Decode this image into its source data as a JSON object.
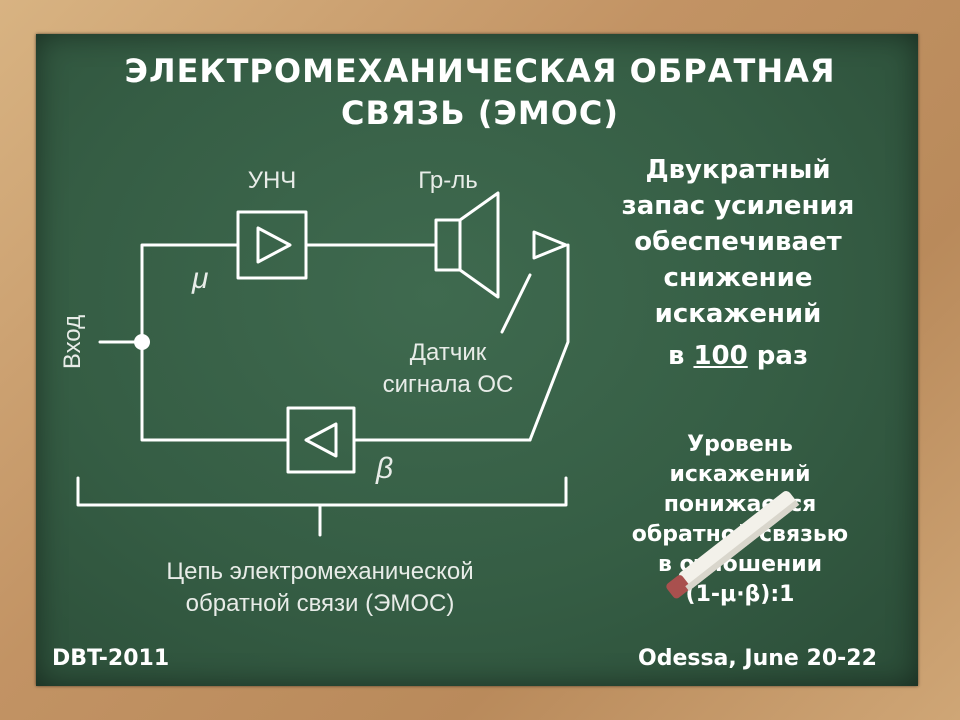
{
  "title": {
    "line1": "ЭЛЕКТРОМЕХАНИЧЕСКАЯ ОБРАТНАЯ",
    "line2": "СВЯЗЬ (ЭМОС)"
  },
  "diagram": {
    "amp_label": "УНЧ",
    "speaker_label": "Гр-ль",
    "mu": "μ",
    "beta": "β",
    "input_label": "Вход",
    "sensor_label_line1": "Датчик",
    "sensor_label_line2": "сигнала ОС",
    "circuit_caption_line1": "Цепь электромеханической",
    "circuit_caption_line2": "обратной связи (ЭМОС)"
  },
  "right_text": {
    "block1": [
      "Двукратный",
      "запас усиления",
      "обеспечивает",
      "снижение",
      "искажений"
    ],
    "block1_last_prefix": "в ",
    "block1_last_number": "100",
    "block1_last_suffix": " раз",
    "block2": [
      "Уровень",
      "искажений",
      "понижается",
      "обратной связью",
      "в отношении",
      "(1-μ·β):1"
    ]
  },
  "footer": {
    "left": "DBT-2011",
    "right": "Odessa, June 20-22"
  }
}
